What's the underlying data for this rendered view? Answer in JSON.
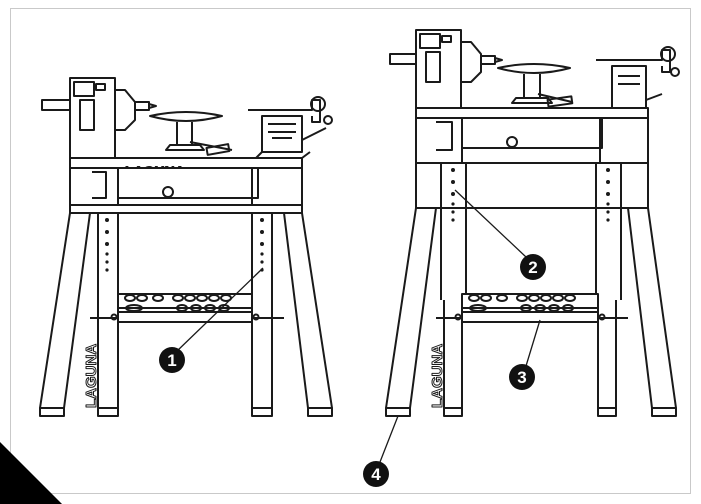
{
  "brand": {
    "name": "LAGUNA"
  },
  "colors": {
    "line": "#1a1a1a",
    "callout_fill": "#111111",
    "callout_text": "#ffffff",
    "corner": "#000000"
  },
  "callouts": [
    {
      "number": "1",
      "label": ""
    },
    {
      "number": "2",
      "label": ""
    },
    {
      "number": "3",
      "label": ""
    },
    {
      "number": "4",
      "label": ""
    }
  ]
}
